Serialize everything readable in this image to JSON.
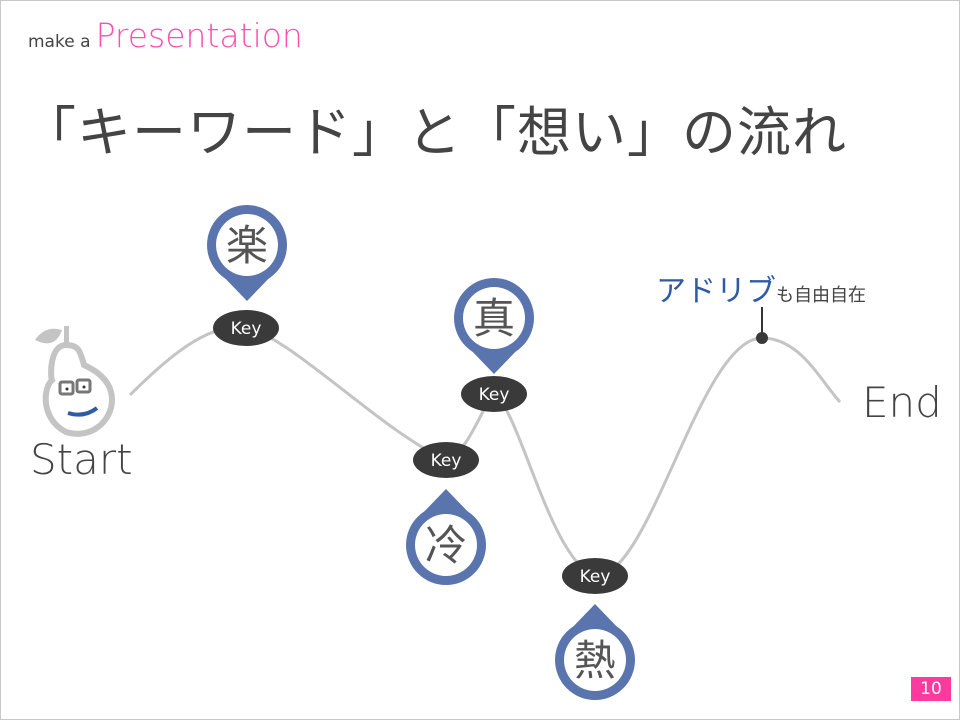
{
  "header": {
    "brand_small": "make a",
    "brand_big": "Presentation",
    "title": "「キーワード」と「想い」の流れ"
  },
  "flow": {
    "start_label": "Start",
    "end_label": "End",
    "key_label": "Key",
    "pins": [
      {
        "char": "楽",
        "direction": "down"
      },
      {
        "char": "真",
        "direction": "down"
      },
      {
        "char": "冷",
        "direction": "up"
      },
      {
        "char": "熱",
        "direction": "up"
      }
    ],
    "adlib_highlight": "アドリブ",
    "adlib_rest": "も自由自在"
  },
  "colors": {
    "accent": "#ff4fb0",
    "pin": "#5a74ae",
    "key": "#3a3a3a",
    "line": "#c4c4c4",
    "adlib": "#2e5aa6"
  },
  "page_number": "10"
}
